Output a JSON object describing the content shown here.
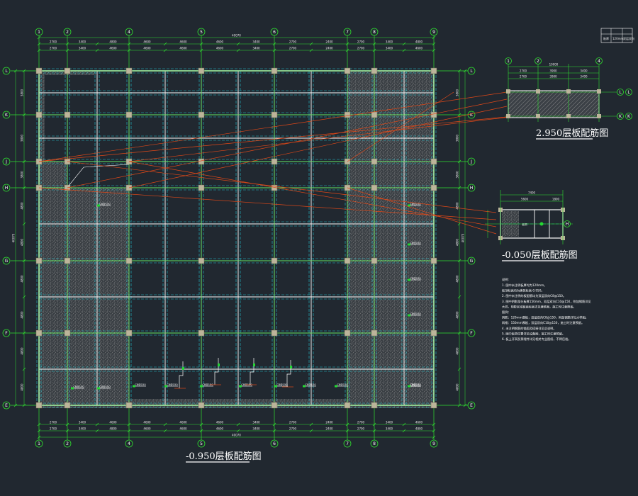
{
  "titles": {
    "main": "-0.950层板配筋图",
    "detail_upper": "2.950层板配筋图",
    "detail_lower": "-0.050层板配筋图"
  },
  "axes": {
    "columns": [
      "1",
      "2",
      "4",
      "5",
      "6",
      "7",
      "8",
      "9"
    ],
    "rows_top_to_bottom": [
      "L",
      "K",
      "J",
      "H",
      "G",
      "F",
      "E"
    ]
  },
  "dimensions": {
    "top_total": "40070",
    "top_row2": [
      "2700",
      "3400",
      "4800",
      "4600",
      "4600",
      "4600",
      "3400",
      "2700",
      "2400"
    ],
    "top_row1": [
      "2700",
      "3400",
      "4600",
      "4600",
      "4600",
      "4600",
      "3400",
      "2700",
      "2400"
    ],
    "bottom_total": "40070",
    "bottom_row2": [
      "2700",
      "3400",
      "4800",
      "4600",
      "4600",
      "4600",
      "3400",
      "2700",
      "2400"
    ],
    "bottom_row1": [
      "2700",
      "3400",
      "4600",
      "4600",
      "4600",
      "4600",
      "3400",
      "2700",
      "2400"
    ],
    "left_total": "40070",
    "right_total": "40070",
    "side_spans": [
      "3800",
      "3800",
      "3800",
      "4800",
      "4800",
      "4800",
      "4800",
      "4800",
      "4800"
    ],
    "detail_upper_total": "10000",
    "detail_upper_spans": [
      "2700",
      "3900",
      "3400"
    ],
    "detail_lower_total": "7400",
    "detail_lower_spans": [
      "5600",
      "1800"
    ]
  },
  "detail_upper_axes": [
    "1",
    "2",
    "4"
  ],
  "detail_upper_rows": [
    "L",
    "K"
  ],
  "detail_lower_rows": [
    "H"
  ],
  "legend_table": {
    "cells": [
      "板厚",
      "120mm",
      "双层双向"
    ]
  },
  "rebar_labels": {
    "main": "C8@150",
    "detail_lower": "板洞"
  },
  "notes": {
    "heading": "说明:",
    "lines": [
      "1. 图中未注明板厚均为120mm。",
      "   板顶标高均为建筑标高-0.950。",
      "2. 图中未注明的板配筋均为双层双向C8@150。",
      "3. 图中阴影部分板厚150mm，双层双向C10@150，附加钢筋详见",
      "   大样。阴影区域板面标高详见建筑图，施工时注意降板。",
      "   图例：",
      "   阴影：120mm厚板，双层双向C8@150，附加钢筋详见大样图。",
      "   网格：150mm厚板，双层双向C10@150，施工时注意预留。",
      "4. 未注明钢筋的锚固及搭接详见总说明。",
      "5. 图中板洞位置详见设备图，施工时注意预留。",
      "6. 板上开洞及预埋件详见相关专业图纸，不得后凿。"
    ]
  },
  "colors": {
    "background": "#212830",
    "axis_line": "#2fe02f",
    "beam": "#ffffff",
    "grid_dash": "#22c4d0",
    "leader": "#e04818",
    "hatch": "#8c8c8c",
    "column": "#bcb49a",
    "text": "#ffffff"
  }
}
